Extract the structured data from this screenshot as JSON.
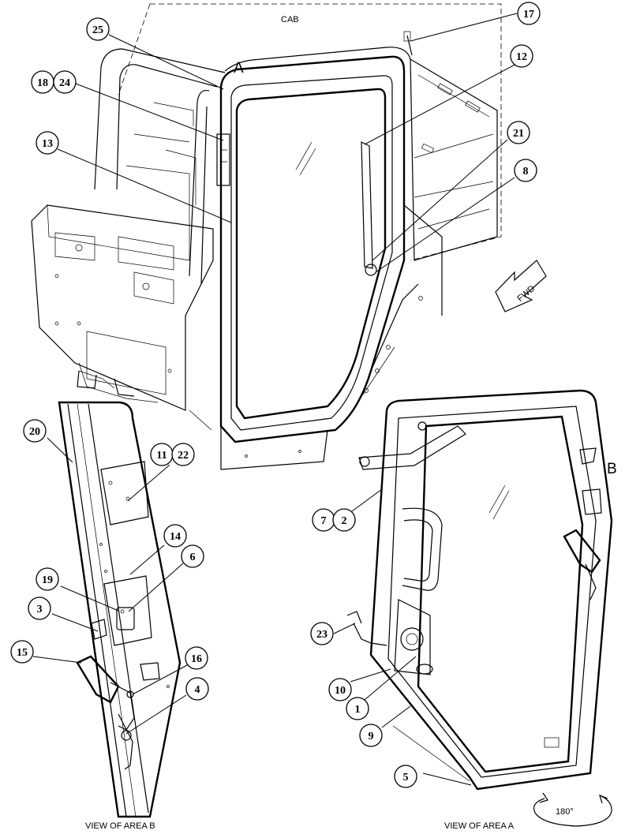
{
  "labels": {
    "cab": "CAB",
    "area_a": "A",
    "area_b": "B",
    "fwd": "FWD",
    "view_b": "VIEW OF AREA B",
    "view_a": "VIEW OF AREA A",
    "rotation": "180°"
  },
  "callouts": [
    {
      "id": "c17",
      "text": "17"
    },
    {
      "id": "c25",
      "text": "25"
    },
    {
      "id": "c18",
      "text": "18"
    },
    {
      "id": "c24",
      "text": "24"
    },
    {
      "id": "c12",
      "text": "12"
    },
    {
      "id": "c13",
      "text": "13"
    },
    {
      "id": "c21",
      "text": "21"
    },
    {
      "id": "c8",
      "text": "8"
    },
    {
      "id": "c20",
      "text": "20"
    },
    {
      "id": "c11",
      "text": "11"
    },
    {
      "id": "c22",
      "text": "22"
    },
    {
      "id": "c14",
      "text": "14"
    },
    {
      "id": "c6",
      "text": "6"
    },
    {
      "id": "c19",
      "text": "19"
    },
    {
      "id": "c3",
      "text": "3"
    },
    {
      "id": "c15",
      "text": "15"
    },
    {
      "id": "c16",
      "text": "16"
    },
    {
      "id": "c4",
      "text": "4"
    },
    {
      "id": "c7",
      "text": "7"
    },
    {
      "id": "c2",
      "text": "2"
    },
    {
      "id": "c23",
      "text": "23"
    },
    {
      "id": "c10",
      "text": "10"
    },
    {
      "id": "c1",
      "text": "1"
    },
    {
      "id": "c9",
      "text": "9"
    },
    {
      "id": "c5",
      "text": "5"
    }
  ]
}
